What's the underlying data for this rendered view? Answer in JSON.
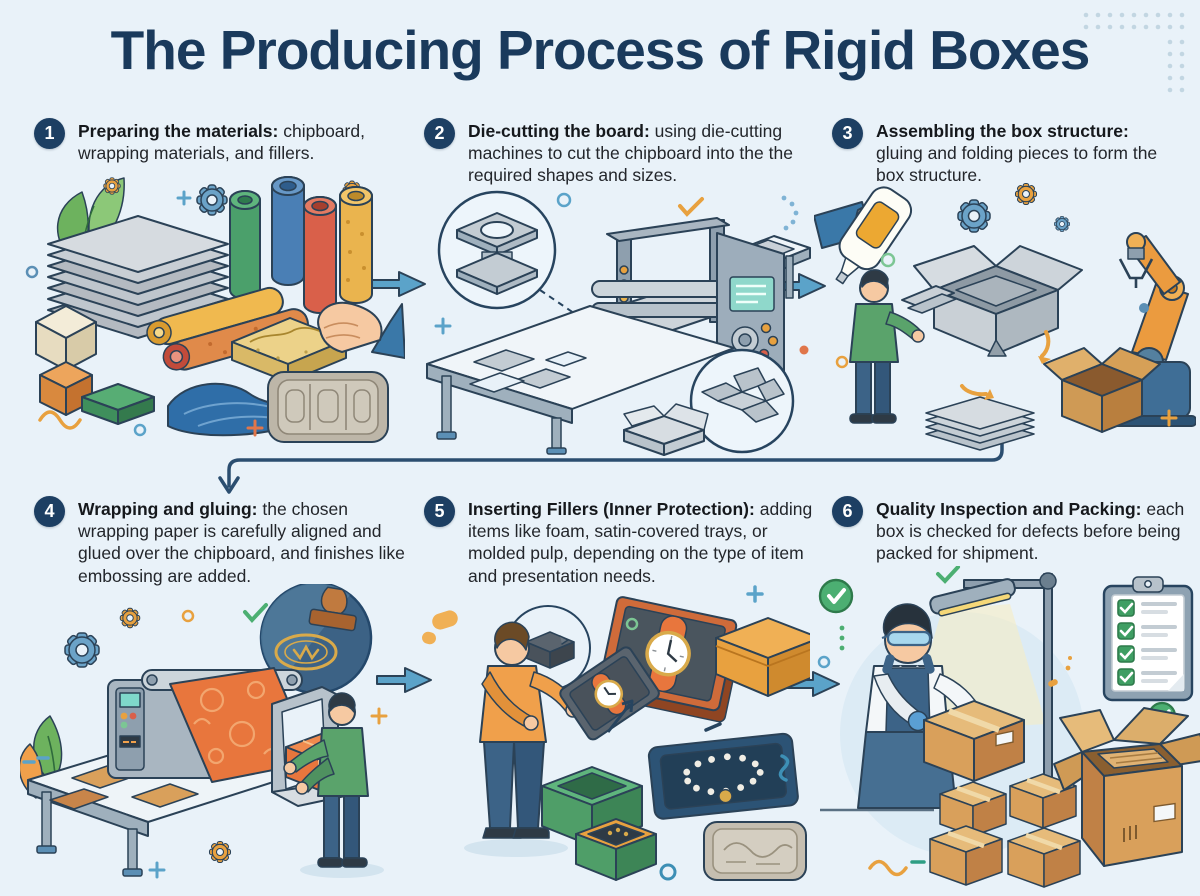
{
  "title": "The Producing Process of Rigid Boxes",
  "palette": {
    "background": "#e9f2f9",
    "title_navy": "#1a3a5c",
    "badge_navy": "#1d3f63",
    "body_text": "#23262b",
    "arrow_blue": "#5ba3c9",
    "connector_navy": "#2b4e70",
    "accent_orange": "#e8a13f",
    "accent_green": "#4caf72",
    "cardboard_tan": "#d9a05b",
    "machine_gray": "#a9b6c1"
  },
  "steps": [
    {
      "number": "1",
      "heading": "Preparing the materials:",
      "body": "chipboard, wrapping materials, and fillers.",
      "illustration": "raw-materials-illustration"
    },
    {
      "number": "2",
      "heading": "Die-cutting the board:",
      "body": "using die-cutting machines to cut the chipboard into the the required shapes and sizes.",
      "illustration": "die-cutting-machine-illustration"
    },
    {
      "number": "3",
      "heading": "Assembling the box structure:",
      "body": "gluing and folding pieces to form the box structure.",
      "illustration": "box-assembly-illustration"
    },
    {
      "number": "4",
      "heading": "Wrapping and gluing:",
      "body": "the chosen wrapping paper is carefully aligned and glued over the chipboard, and finishes like embossing are added.",
      "illustration": "wrapping-machine-illustration"
    },
    {
      "number": "5",
      "heading": "Inserting Fillers (Inner Protection):",
      "body": "adding items like foam, satin-covered trays, or molded pulp, depending on the type of item and presentation needs.",
      "illustration": "inserting-fillers-illustration"
    },
    {
      "number": "6",
      "heading": "Quality Inspection and Packing:",
      "body": "each box is checked for defects before being packed for shipment.",
      "illustration": "quality-inspection-illustration"
    }
  ]
}
